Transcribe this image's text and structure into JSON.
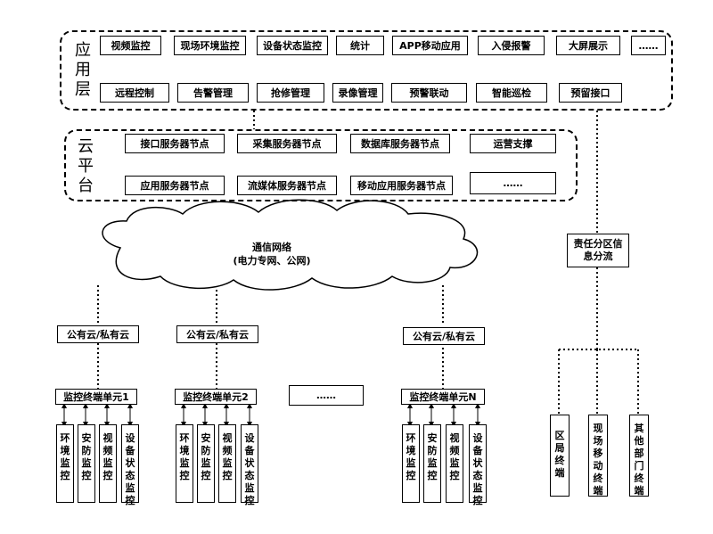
{
  "app_layer": {
    "label": "应用层",
    "row1": [
      "视频监控",
      "现场环境监控",
      "设备状态监控",
      "统计",
      "APP移动应用",
      "入侵报警",
      "大屏展示",
      "……"
    ],
    "row2": [
      "远程控制",
      "告警管理",
      "抢修管理",
      "录像管理",
      "预警联动",
      "智能巡检",
      "预留接口"
    ]
  },
  "cloud_platform": {
    "label": "云平台",
    "row1": [
      "接口服务器节点",
      "采集服务器节点",
      "数据库服务器节点",
      "运营支撑"
    ],
    "row2": [
      "应用服务器节点",
      "流媒体服务器节点",
      "移动应用服务器节点",
      "……"
    ]
  },
  "network": {
    "line1": "通信网络",
    "line2": "(电力专网、公网)"
  },
  "cloud_nodes": [
    "公有云/私有云",
    "公有云/私有云",
    "公有云/私有云"
  ],
  "terminal_units": [
    "监控终端单元1",
    "监控终端单元2",
    "……",
    "监控终端单元N"
  ],
  "monitor_items": [
    "环境监控",
    "安防监控",
    "视频监控",
    "设备状态监控"
  ],
  "distribution": {
    "label": "责任分区信息分流"
  },
  "end_terminals": [
    "区局终端",
    "现场移动终端",
    "其他部门终端"
  ]
}
